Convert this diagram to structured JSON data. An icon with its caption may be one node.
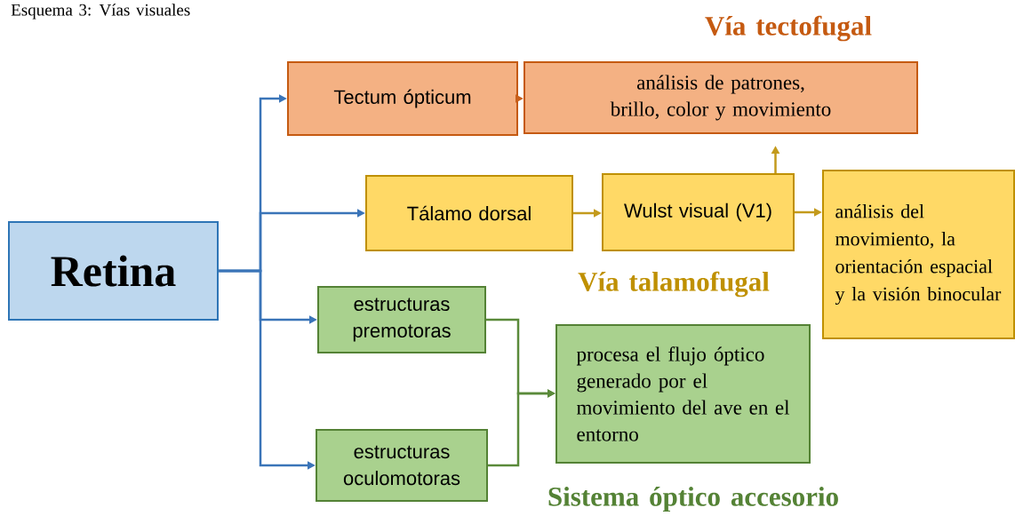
{
  "diagram": {
    "title": "Esquema 3: Vías visuales",
    "nodes": [
      {
        "text": [
          "Retina"
        ]
      },
      {
        "text": [
          "Tectum ópticum"
        ]
      },
      {
        "text": [
          "análisis de patrones, brillo, color y movimiento"
        ]
      },
      {
        "text": [
          "Tálamo dorsal"
        ]
      },
      {
        "text": [
          "Wulst visual (V1)"
        ]
      },
      {
        "text": [
          "análisis del movimiento, la orientación espacial y la visión binocular"
        ]
      },
      {
        "text": [
          "estructuras premotoras"
        ]
      },
      {
        "text": [
          "estructuras oculomotoras"
        ]
      },
      {
        "text": [
          "procesa el flujo óptico generado por el movimiento del ave en el entorno"
        ]
      }
    ],
    "edges": [
      {
        "from": 0,
        "to": 1,
        "arrow": "to",
        "color": "#3a74b8"
      },
      {
        "from": 0,
        "to": 3,
        "arrow": "to",
        "color": "#3a74b8"
      },
      {
        "from": 0,
        "to": 6,
        "arrow": "to",
        "color": "#3a74b8"
      },
      {
        "from": 0,
        "to": 7,
        "arrow": "to",
        "color": "#3a74b8"
      },
      {
        "from": 1,
        "to": 2,
        "arrow": "to",
        "color": "#c8601c"
      },
      {
        "from": 3,
        "to": 4,
        "arrow": "to",
        "color": "#c39a1c"
      },
      {
        "from": 4,
        "to": 2,
        "arrow": "to",
        "color": "#c39a1c"
      },
      {
        "from": 4,
        "to": 5,
        "arrow": "to",
        "color": "#c39a1c"
      },
      {
        "from": 6,
        "to": 8,
        "arrow": "to",
        "color": "#5a8a3a"
      },
      {
        "from": 7,
        "to": 8,
        "arrow": "to",
        "color": "#5a8a3a"
      }
    ],
    "labels": [
      "Vía tectofugal",
      "Vía talamofugal",
      "Sistema óptico accesorio"
    ]
  }
}
